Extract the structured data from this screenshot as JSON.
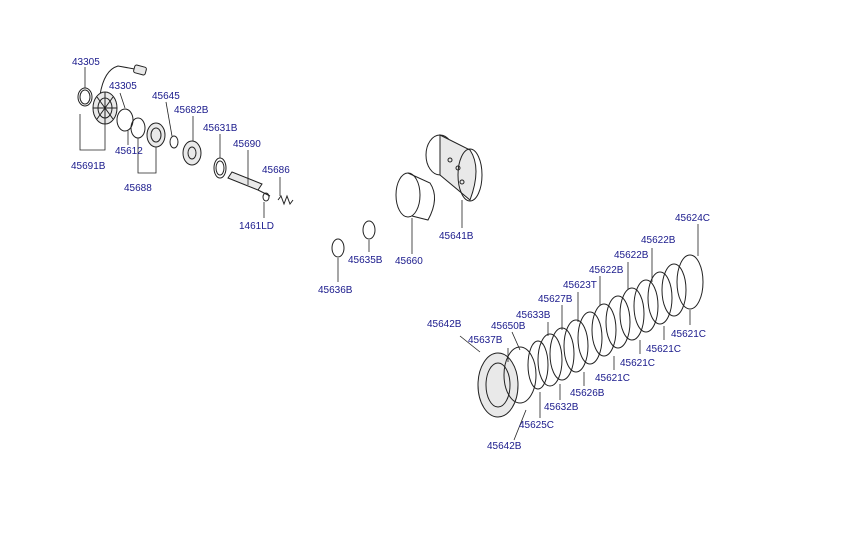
{
  "diagram": {
    "colors": {
      "label": "#1a1a8c",
      "line": "#222222",
      "background": "#ffffff"
    },
    "labels": [
      {
        "id": "l0",
        "text": "43305"
      },
      {
        "id": "l1",
        "text": "43305"
      },
      {
        "id": "l2",
        "text": "45645"
      },
      {
        "id": "l3",
        "text": "45682B"
      },
      {
        "id": "l4",
        "text": "45631B"
      },
      {
        "id": "l5",
        "text": "45690"
      },
      {
        "id": "l6",
        "text": "45612"
      },
      {
        "id": "l7",
        "text": "45691B"
      },
      {
        "id": "l8",
        "text": "45688"
      },
      {
        "id": "l9",
        "text": "45686"
      },
      {
        "id": "l10",
        "text": "1461LD"
      },
      {
        "id": "l11",
        "text": "45641B"
      },
      {
        "id": "l12",
        "text": "45660"
      },
      {
        "id": "l13",
        "text": "45635B"
      },
      {
        "id": "l14",
        "text": "45636B"
      },
      {
        "id": "l15",
        "text": "45624C"
      },
      {
        "id": "l16",
        "text": "45622B"
      },
      {
        "id": "l17",
        "text": "45622B"
      },
      {
        "id": "l18",
        "text": "45622B"
      },
      {
        "id": "l19",
        "text": "45623T"
      },
      {
        "id": "l20",
        "text": "45627B"
      },
      {
        "id": "l21",
        "text": "45633B"
      },
      {
        "id": "l22",
        "text": "45650B"
      },
      {
        "id": "l23",
        "text": "45642B"
      },
      {
        "id": "l24",
        "text": "45637B"
      },
      {
        "id": "l25",
        "text": "45621C"
      },
      {
        "id": "l26",
        "text": "45621C"
      },
      {
        "id": "l27",
        "text": "45621C"
      },
      {
        "id": "l28",
        "text": "45621C"
      },
      {
        "id": "l29",
        "text": "45626B"
      },
      {
        "id": "l30",
        "text": "45632B"
      },
      {
        "id": "l31",
        "text": "45625C"
      },
      {
        "id": "l32",
        "text": "45642B"
      }
    ]
  }
}
